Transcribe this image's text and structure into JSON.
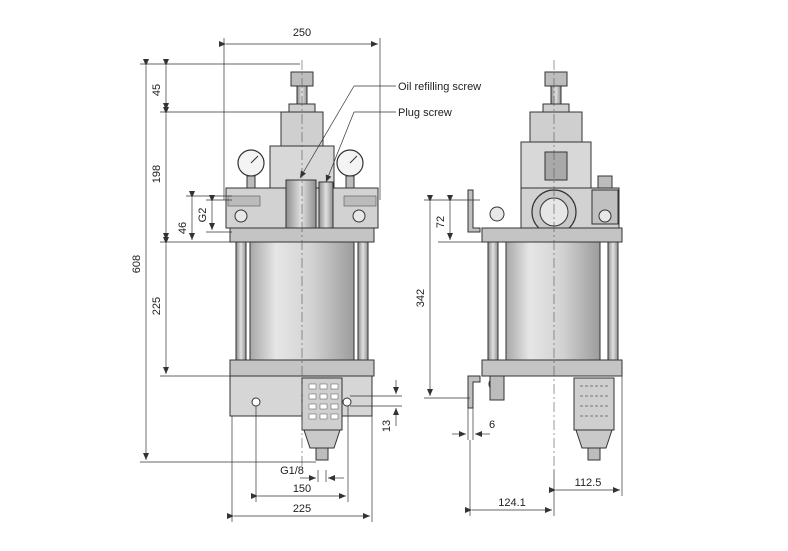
{
  "labels": {
    "oil_refilling_screw": "Oil refilling screw",
    "plug_screw": "Plug screw"
  },
  "dimensions": {
    "top_width": "250",
    "height_total": "608",
    "height_top": "45",
    "height_198": "198",
    "height_46": "46",
    "port_g2": "G2",
    "height_225": "225",
    "bottom_225": "225",
    "bottom_150": "150",
    "drain_g18": "G1/8",
    "dim_13": "13",
    "side_72": "72",
    "side_342": "342",
    "side_6": "6",
    "side_124_1": "124.1",
    "side_112_5": "112.5"
  },
  "colors": {
    "body_light": "#dcdcdc",
    "body_mid": "#c8c8c8",
    "body_dark": "#9a9a9a",
    "line": "#333333"
  }
}
